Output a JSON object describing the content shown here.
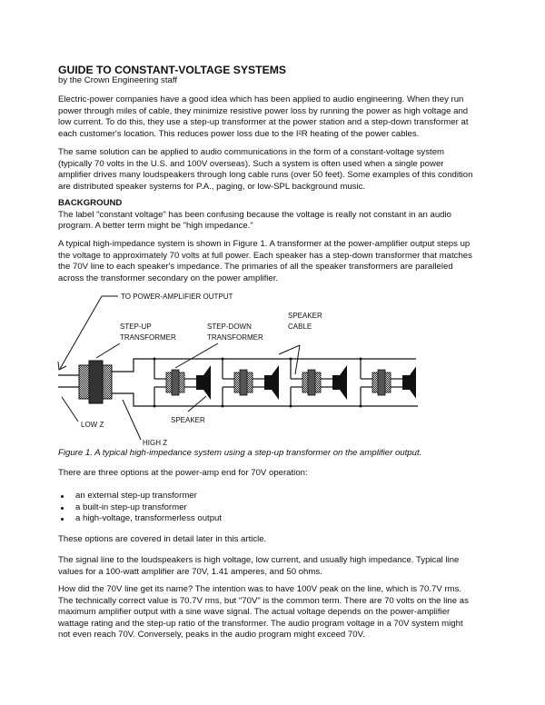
{
  "title": "GUIDE TO CONSTANT-VOLTAGE SYSTEMS",
  "byline": "by the Crown Engineering staff",
  "intro": {
    "p1": [
      "Electric-power companies have a good idea which has been applied to audio engineering. When they run",
      "power through miles of cable, they minimize resistive power loss by running the power as high voltage and",
      "low current. To do this, they use a step-up transformer at the power station and a step-down transformer at",
      "each customer's location. This reduces power loss due to the I²R heating of the power cables."
    ],
    "p2": [
      "The same solution can be applied to audio communications in the form of a constant-voltage system",
      "(typically 70 volts in the U.S. and 100V overseas). Such a system is often used when a single power",
      "amplifier drives many loudspeakers through long cable runs (over 50 feet). Some examples of this condition",
      "are distributed speaker systems for P.A., paging, or low-SPL background music."
    ]
  },
  "background": {
    "heading": "BACKGROUND",
    "p1": [
      "The label \"constant voltage\" has been confusing because the voltage is really not constant in an audio",
      "program. A better term might be \"high impedance.\""
    ],
    "p2": [
      "A typical high-impedance system is shown in Figure 1. A transformer at the power-amplifier output steps up",
      "the voltage to approximately 70 volts at full power. Each speaker has a step-down transformer that matches",
      "the 70V line to each speaker's impedance. The primaries of all the speaker transformers are paralleled",
      "across the transformer secondary on the power amplifier."
    ]
  },
  "figure": {
    "labels": {
      "amp_output": "TO POWER-AMPLIFIER OUTPUT",
      "step_up_1": "STEP-UP",
      "step_up_2": "TRANSFORMER",
      "step_down_1": "STEP-DOWN",
      "step_down_2": "TRANSFORMER",
      "cable_1": "SPEAKER",
      "cable_2": "CABLE",
      "speaker": "SPEAKER",
      "low_z": "LOW Z",
      "high_z": "HIGH Z"
    },
    "caption": "Figure 1. A typical high-impedance system using a step-up transformer on the amplifier output."
  },
  "options": {
    "intro": "There are three options at the power-amp end for 70V operation:",
    "items": [
      "an external step-up transformer",
      "a built-in step-up transformer",
      "a high-voltage, transformerless output"
    ],
    "outro": "These options are covered in detail later in this article."
  },
  "signal": {
    "p1": [
      "The signal line to the loudspeakers is high voltage, low current, and usually high impedance. Typical line",
      "values for a 100-watt amplifier are 70V, 1.41 amperes, and 50 ohms."
    ],
    "p2": [
      "How did the 70V line get its name? The intention was to have 100V peak on the line, which is 70.7V rms.",
      "The technically correct value is 70.7V rms, but \"70V\" is the common term. There are 70 volts on the line as",
      "maximum amplifier output with a sine wave signal. The actual voltage depends on the power-amplifier",
      "wattage rating and the step-up ratio of the transformer. The audio program voltage in a 70V system might",
      "not even reach 70V. Conversely, peaks in the audio program might exceed 70V."
    ]
  }
}
